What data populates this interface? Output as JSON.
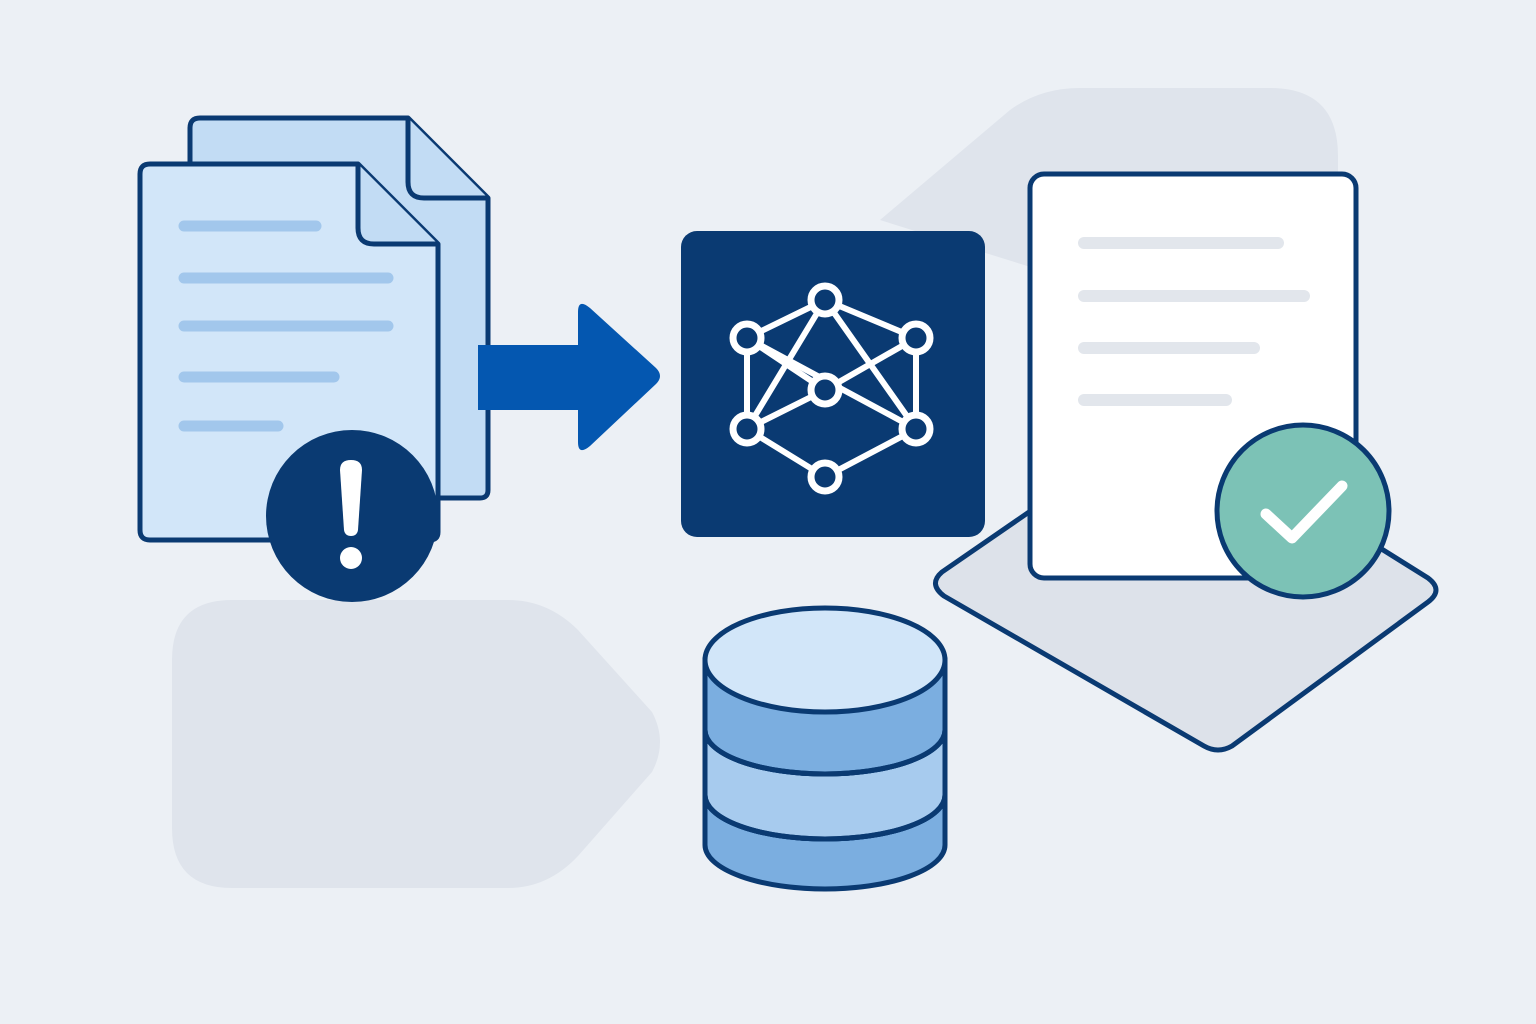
{
  "colors": {
    "background": "#ECF0F5",
    "ghost_shape": "#DFE4EC",
    "navy": "#0A3A72",
    "arrow_blue": "#0457B0",
    "doc_fill_light": "#D2E6F9",
    "doc_fill_back": "#C2DCF4",
    "doc_line": "#A2C7EC",
    "db_top": "#D2E6F9",
    "db_band_dark": "#7BAEE0",
    "db_band_light": "#A7CBEE",
    "output_page": "#FFFFFF",
    "output_line": "#E2E6EC",
    "tray": "#DDE2EA",
    "check_badge": "#7CC2B6",
    "white": "#FFFFFF"
  },
  "diagram": {
    "input": {
      "icon": "stacked-documents-icon",
      "page_count": 2,
      "text_line_count": 5,
      "badge_icon": "exclamation-icon"
    },
    "flow": {
      "icon": "right-arrow-icon"
    },
    "processor": {
      "icon": "network-graph-icon",
      "node_count": 7
    },
    "storage": {
      "icon": "database-icon",
      "layer_count": 3
    },
    "output": {
      "icon": "document-icon",
      "text_line_count": 4,
      "badge_icon": "checkmark-icon",
      "tray_icon": "tray-icon"
    }
  }
}
